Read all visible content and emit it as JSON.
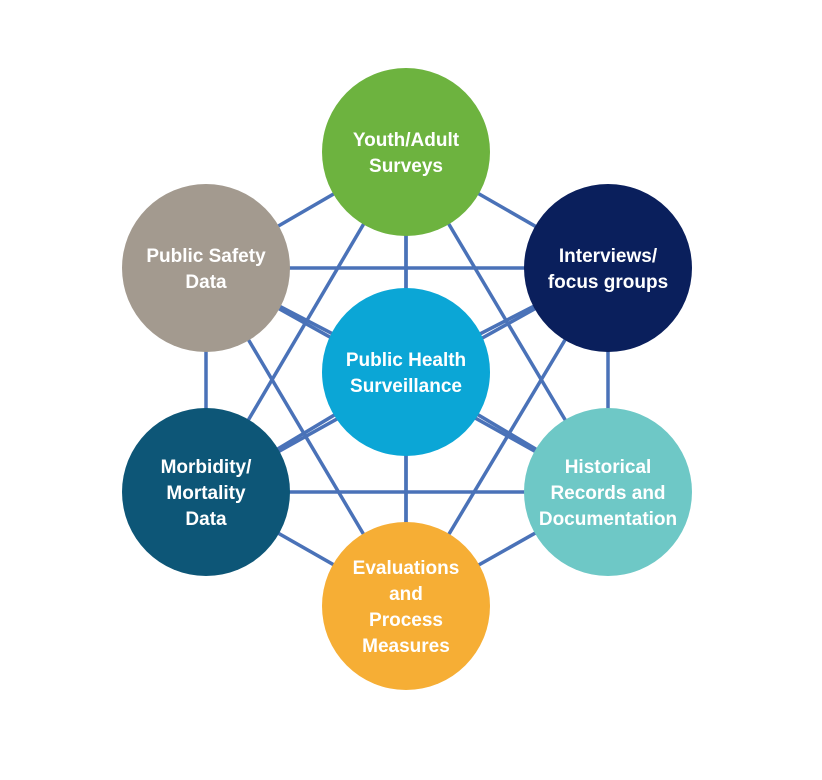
{
  "center": {
    "id": "public-health-surveillance",
    "lines": [
      "Public Health",
      "Surveillance"
    ],
    "color": "#0ba6d6"
  },
  "nodes": [
    {
      "id": "youth-adult-surveys",
      "lines": [
        "Youth/Adult",
        "Surveys"
      ],
      "color": "#6db33f"
    },
    {
      "id": "interviews-focus-groups",
      "lines": [
        "Interviews/",
        "focus groups"
      ],
      "color": "#0a1f5c"
    },
    {
      "id": "historical-records",
      "lines": [
        "Historical",
        "Records and",
        "Documentation"
      ],
      "color": "#6ec8c6"
    },
    {
      "id": "evaluations-process-measures",
      "lines": [
        "Evaluations",
        "and",
        "Process",
        "Measures"
      ],
      "color": "#f6ae35"
    },
    {
      "id": "morbidity-mortality-data",
      "lines": [
        "Morbidity/",
        "Mortality",
        "Data"
      ],
      "color": "#0d5677"
    },
    {
      "id": "public-safety-data",
      "lines": [
        "Public Safety",
        "Data"
      ],
      "color": "#a39a8f"
    }
  ],
  "connector_color": "#4a72b8"
}
